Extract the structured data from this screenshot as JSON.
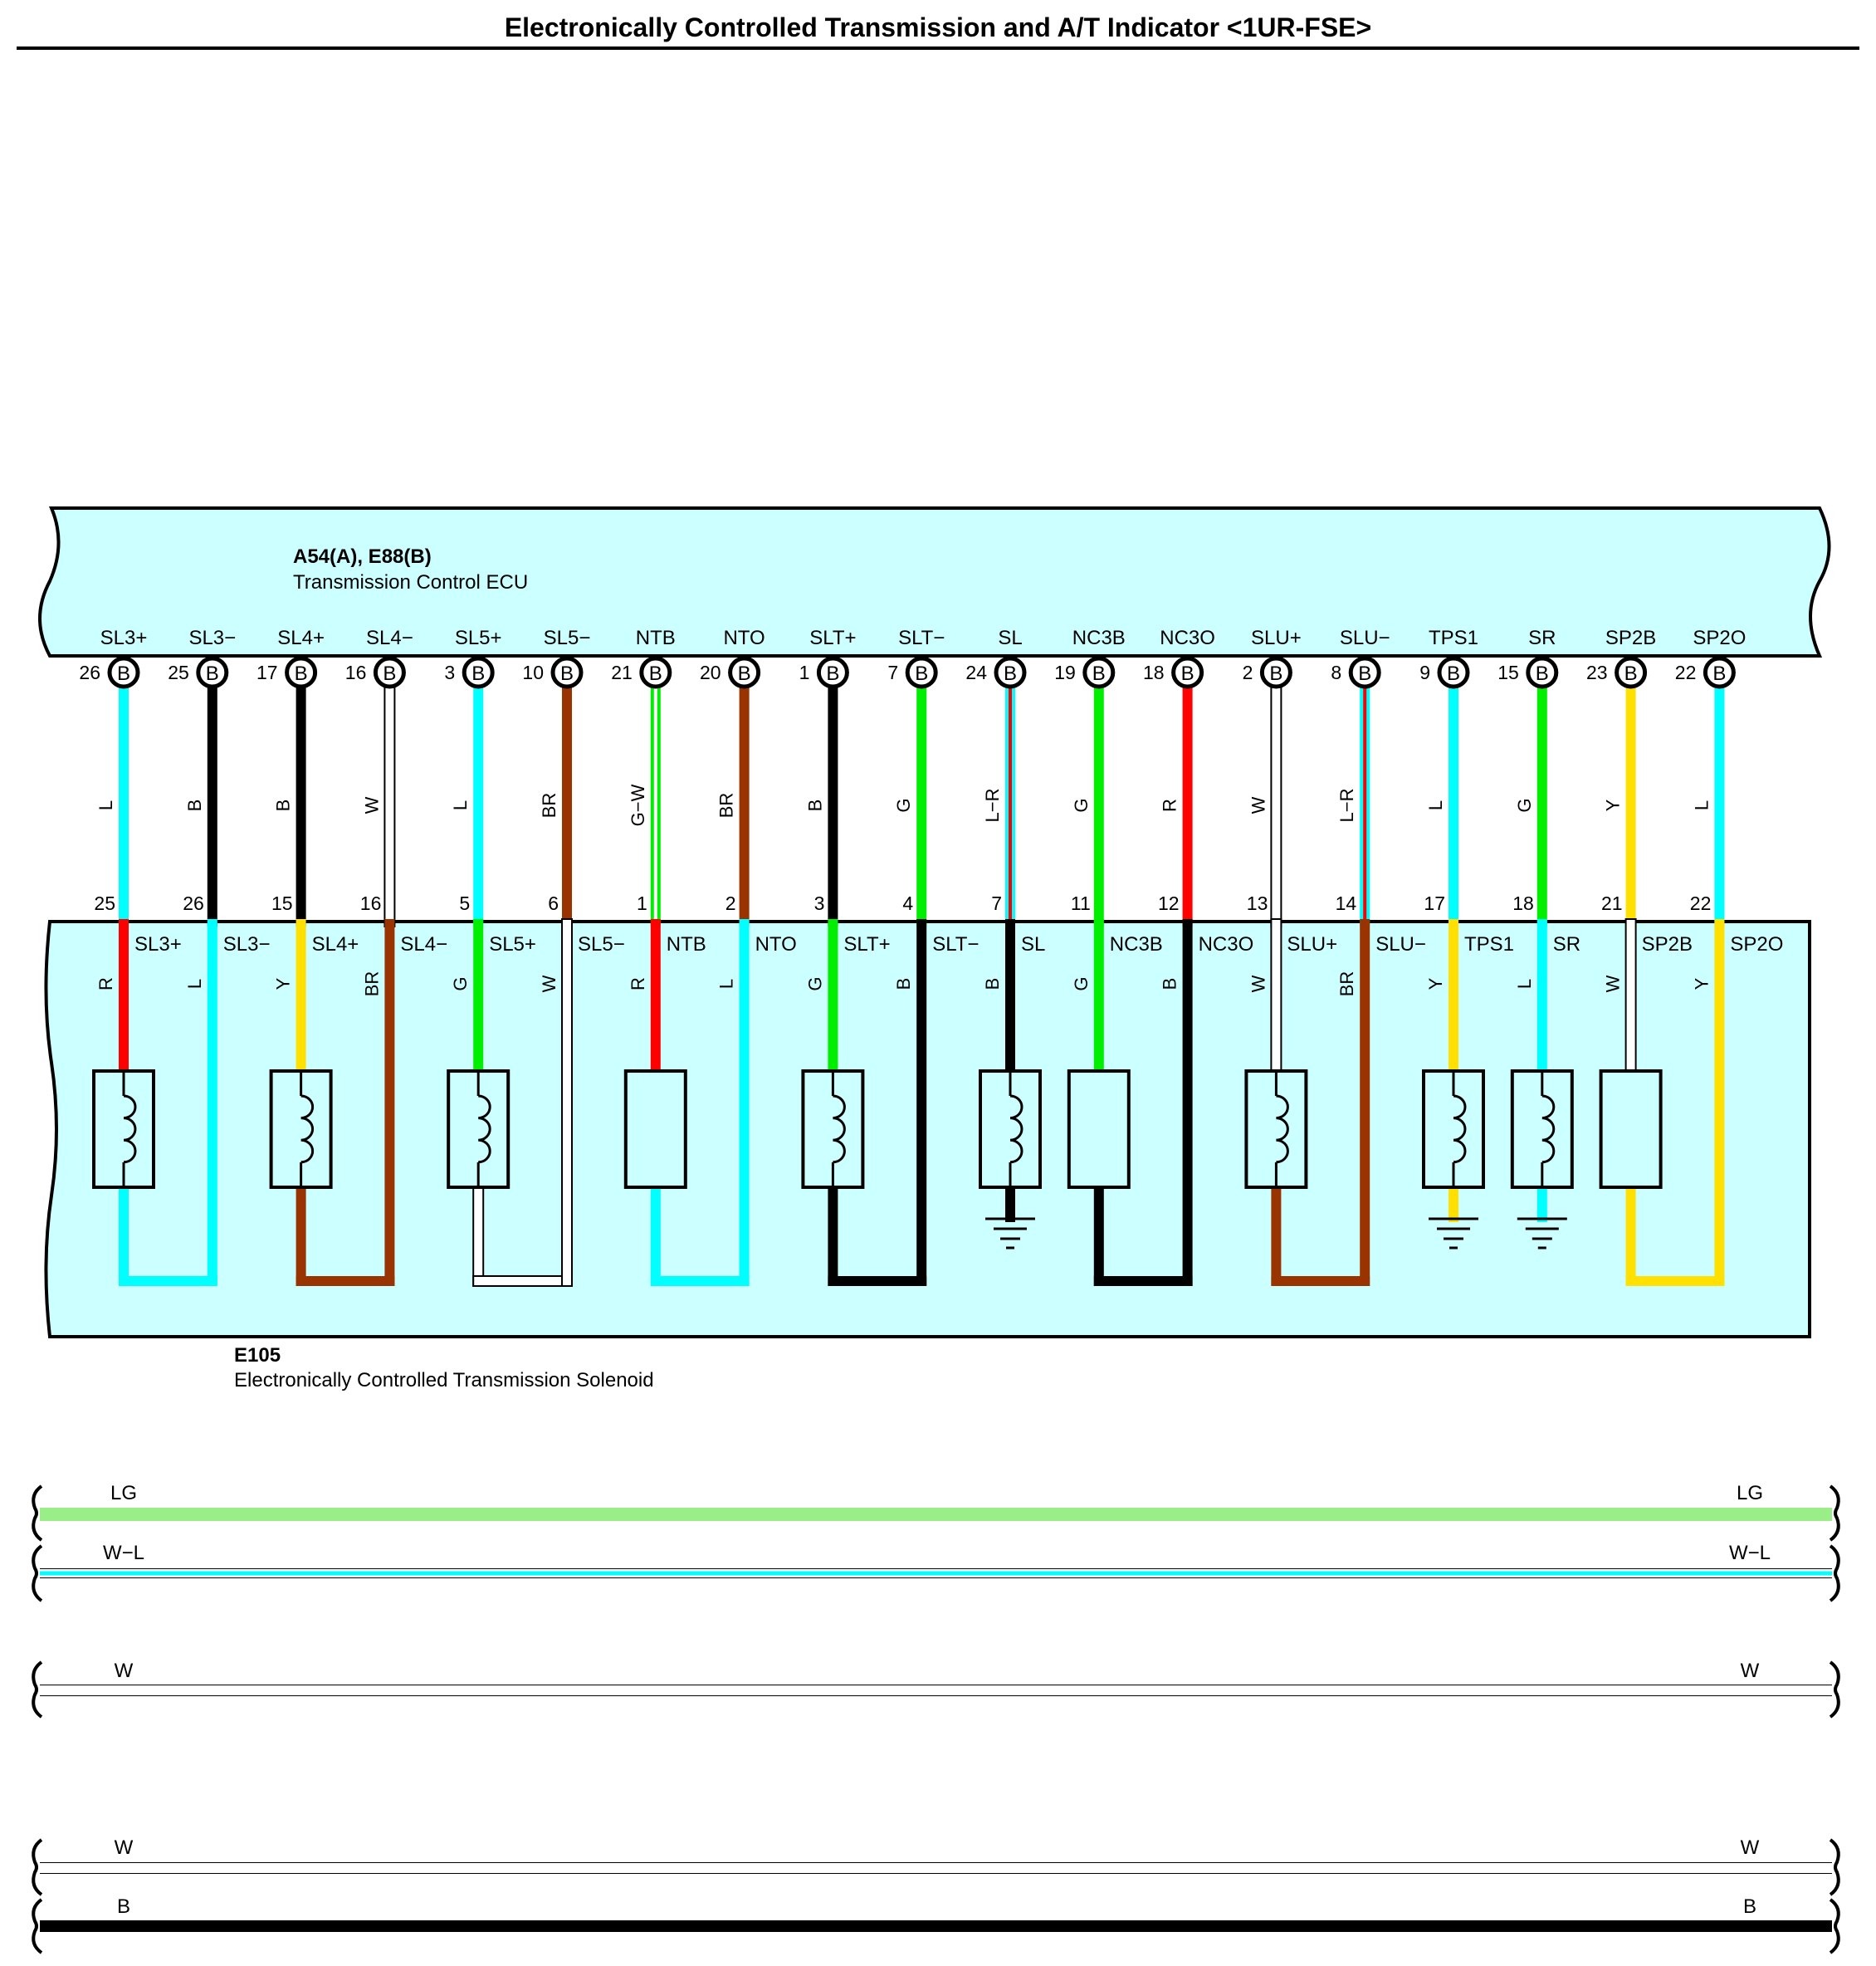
{
  "title": "Electronically Controlled Transmission and A/T Indicator <1UR-FSE>",
  "colors": {
    "L": "#00ffff",
    "B": "#000000",
    "W": "#ffffff",
    "BR": "#993300",
    "R": "#ff0000",
    "G": "#00ee00",
    "Y": "#ffe000",
    "LG": "#99ee88",
    "box_fill": "#ccffff"
  },
  "ecu": {
    "connector_id": "A54(A), E88(B)",
    "name": "Transmission Control ECU",
    "connector_letter": "B"
  },
  "solenoid": {
    "connector_id": "E105",
    "name": "Electronically Controlled Transmission Solenoid"
  },
  "pins": [
    {
      "ecu_label": "SL3+",
      "ecu_pin": "26",
      "wire": "L",
      "wire_colors": [
        "L"
      ],
      "sol_pin": "25",
      "sol_label": "SL3+",
      "inner": "R",
      "inner_colors": [
        "R"
      ]
    },
    {
      "ecu_label": "SL3−",
      "ecu_pin": "25",
      "wire": "B",
      "wire_colors": [
        "B"
      ],
      "sol_pin": "26",
      "sol_label": "SL3−",
      "inner": "L",
      "inner_colors": [
        "L"
      ]
    },
    {
      "ecu_label": "SL4+",
      "ecu_pin": "17",
      "wire": "B",
      "wire_colors": [
        "B"
      ],
      "sol_pin": "15",
      "sol_label": "SL4+",
      "inner": "Y",
      "inner_colors": [
        "Y"
      ]
    },
    {
      "ecu_label": "SL4−",
      "ecu_pin": "16",
      "wire": "W",
      "wire_colors": [
        "W"
      ],
      "sol_pin": "16",
      "sol_label": "SL4−",
      "inner": "BR",
      "inner_colors": [
        "BR"
      ]
    },
    {
      "ecu_label": "SL5+",
      "ecu_pin": "3",
      "wire": "L",
      "wire_colors": [
        "L"
      ],
      "sol_pin": "5",
      "sol_label": "SL5+",
      "inner": "G",
      "inner_colors": [
        "G"
      ]
    },
    {
      "ecu_label": "SL5−",
      "ecu_pin": "10",
      "wire": "BR",
      "wire_colors": [
        "BR"
      ],
      "sol_pin": "6",
      "sol_label": "SL5−",
      "inner": "W",
      "inner_colors": [
        "W"
      ]
    },
    {
      "ecu_label": "NTB",
      "ecu_pin": "21",
      "wire": "G−W",
      "wire_colors": [
        "G",
        "W"
      ],
      "sol_pin": "1",
      "sol_label": "NTB",
      "inner": "R",
      "inner_colors": [
        "R"
      ]
    },
    {
      "ecu_label": "NTO",
      "ecu_pin": "20",
      "wire": "BR",
      "wire_colors": [
        "BR"
      ],
      "sol_pin": "2",
      "sol_label": "NTO",
      "inner": "L",
      "inner_colors": [
        "L"
      ]
    },
    {
      "ecu_label": "SLT+",
      "ecu_pin": "1",
      "wire": "B",
      "wire_colors": [
        "B"
      ],
      "sol_pin": "3",
      "sol_label": "SLT+",
      "inner": "G",
      "inner_colors": [
        "G"
      ]
    },
    {
      "ecu_label": "SLT−",
      "ecu_pin": "7",
      "wire": "G",
      "wire_colors": [
        "G"
      ],
      "sol_pin": "4",
      "sol_label": "SLT−",
      "inner": "B",
      "inner_colors": [
        "B"
      ]
    },
    {
      "ecu_label": "SL",
      "ecu_pin": "24",
      "wire": "L−R",
      "wire_colors": [
        "L",
        "R"
      ],
      "sol_pin": "7",
      "sol_label": "SL",
      "inner": "B",
      "inner_colors": [
        "B"
      ]
    },
    {
      "ecu_label": "NC3B",
      "ecu_pin": "19",
      "wire": "G",
      "wire_colors": [
        "G"
      ],
      "sol_pin": "11",
      "sol_label": "NC3B",
      "inner": "G",
      "inner_colors": [
        "G"
      ]
    },
    {
      "ecu_label": "NC3O",
      "ecu_pin": "18",
      "wire": "R",
      "wire_colors": [
        "R"
      ],
      "sol_pin": "12",
      "sol_label": "NC3O",
      "inner": "B",
      "inner_colors": [
        "B"
      ]
    },
    {
      "ecu_label": "SLU+",
      "ecu_pin": "2",
      "wire": "W",
      "wire_colors": [
        "W"
      ],
      "sol_pin": "13",
      "sol_label": "SLU+",
      "inner": "W",
      "inner_colors": [
        "W"
      ]
    },
    {
      "ecu_label": "SLU−",
      "ecu_pin": "8",
      "wire": "L−R",
      "wire_colors": [
        "L",
        "R"
      ],
      "sol_pin": "14",
      "sol_label": "SLU−",
      "inner": "BR",
      "inner_colors": [
        "BR"
      ]
    },
    {
      "ecu_label": "TPS1",
      "ecu_pin": "9",
      "wire": "L",
      "wire_colors": [
        "L"
      ],
      "sol_pin": "17",
      "sol_label": "TPS1",
      "inner": "Y",
      "inner_colors": [
        "Y"
      ]
    },
    {
      "ecu_label": "SR",
      "ecu_pin": "15",
      "wire": "G",
      "wire_colors": [
        "G"
      ],
      "sol_pin": "18",
      "sol_label": "SR",
      "inner": "L",
      "inner_colors": [
        "L"
      ]
    },
    {
      "ecu_label": "SP2B",
      "ecu_pin": "23",
      "wire": "Y",
      "wire_colors": [
        "Y"
      ],
      "sol_pin": "21",
      "sol_label": "SP2B",
      "inner": "W",
      "inner_colors": [
        "W"
      ]
    },
    {
      "ecu_label": "SP2O",
      "ecu_pin": "22",
      "wire": "L",
      "wire_colors": [
        "L"
      ],
      "sol_pin": "22",
      "sol_label": "SP2O",
      "inner": "Y",
      "inner_colors": [
        "Y"
      ]
    }
  ],
  "components": [
    {
      "type": "coil",
      "pins": [
        0,
        1
      ],
      "ground": false
    },
    {
      "type": "coil",
      "pins": [
        2,
        3
      ],
      "ground": false
    },
    {
      "type": "coil",
      "pins": [
        4,
        5
      ],
      "ground": false
    },
    {
      "type": "sensor",
      "pins": [
        6,
        7
      ],
      "ground": false
    },
    {
      "type": "coil",
      "pins": [
        8,
        9
      ],
      "ground": false
    },
    {
      "type": "coil",
      "pins": [
        10
      ],
      "ground": true
    },
    {
      "type": "sensor",
      "pins": [
        11,
        12
      ],
      "ground": false
    },
    {
      "type": "coil",
      "pins": [
        13,
        14
      ],
      "ground": false
    },
    {
      "type": "coil",
      "pins": [
        15
      ],
      "ground": true
    },
    {
      "type": "coil",
      "pins": [
        16
      ],
      "ground": true
    },
    {
      "type": "sensor",
      "pins": [
        17,
        18
      ],
      "ground": false
    }
  ],
  "harness": [
    {
      "label": "LG",
      "colors": [
        "LG"
      ]
    },
    {
      "label": "W−L",
      "colors": [
        "W",
        "L"
      ]
    },
    {
      "label": "W",
      "colors": [
        "W"
      ]
    },
    {
      "label": "W",
      "colors": [
        "W"
      ]
    },
    {
      "label": "B",
      "colors": [
        "B"
      ]
    }
  ]
}
